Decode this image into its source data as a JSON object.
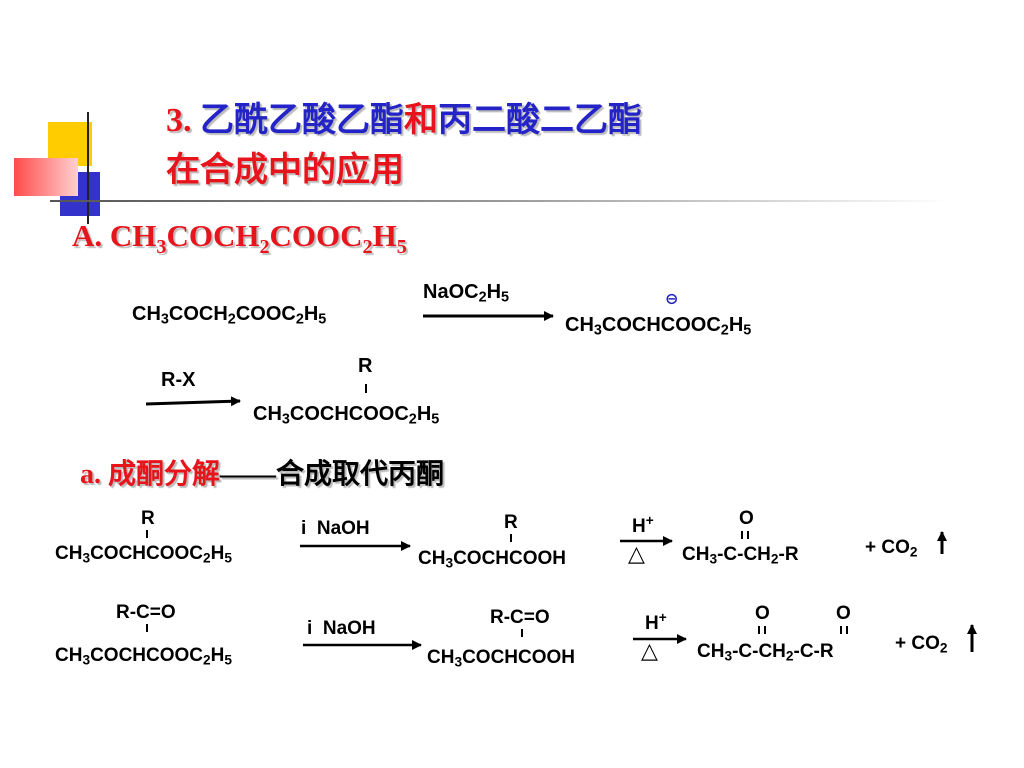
{
  "colors": {
    "title_red": "#e8141c",
    "title_blue": "#2323c8",
    "deco_yellow": "#ffcc00",
    "deco_blue": "#3333cc",
    "deco_red": "#ff5a5a"
  },
  "title": {
    "num": "3.",
    "p1": "乙酰乙酸乙酯",
    "p2": "和",
    "p3": "丙二酸二乙酯",
    "line2": "在合成中的应用"
  },
  "sectionA": {
    "label": "A.",
    "f1": "CH",
    "s1": "3",
    "f2": "COCH",
    "s2": "2",
    "f3": "COOC",
    "s3": "2",
    "f4": "H",
    "s4": "5"
  },
  "reaction1": {
    "reactant": {
      "t1": "CH",
      "s1": "3",
      "t2": "COCH",
      "s2": "2",
      "t3": "COOC",
      "s3": "2",
      "t4": "H",
      "s4": "5"
    },
    "reagent": {
      "t1": "NaOC",
      "s1": "2",
      "t2": "H",
      "s2": "5"
    },
    "product": {
      "t1": "CH",
      "s1": "3",
      "t2": "COCHCOOC",
      "s2": "2",
      "t3": "H",
      "s3": "5"
    },
    "charge": "⊖"
  },
  "reaction2": {
    "reagent": "R-X",
    "substituent": "R",
    "product": {
      "t1": "CH",
      "s1": "3",
      "t2": "COCHCOOC",
      "s2": "2",
      "t3": "H",
      "s3": "5"
    }
  },
  "subsection_a": {
    "label": "a.",
    "name": "成酮分解",
    "dash": "——",
    "desc": "合成取代丙酮"
  },
  "row1": {
    "sub1": "R",
    "start": {
      "t1": "CH",
      "s1": "3",
      "t2": "COCHCOOC",
      "s2": "2",
      "t3": "H",
      "s3": "5"
    },
    "reagent1a": "i",
    "reagent1b": "NaOH",
    "sub2": "R",
    "mid": {
      "t1": "CH",
      "s1": "3",
      "t2": "COCHCOOH"
    },
    "reagent2": {
      "t": "H",
      "sup": "+"
    },
    "heat": "△",
    "o": "O",
    "prod": {
      "t1": "CH",
      "s1": "3",
      "t2": "-C-CH",
      "s2": "2",
      "t3": "-R"
    },
    "co2": {
      "t": "+ CO",
      "s": "2"
    }
  },
  "row2": {
    "sub1": "R-C=O",
    "start": {
      "t1": "CH",
      "s1": "3",
      "t2": "COCHCOOC",
      "s2": "2",
      "t3": "H",
      "s3": "5"
    },
    "reagent1a": "i",
    "reagent1b": "NaOH",
    "sub2": "R-C=O",
    "mid": {
      "t1": "CH",
      "s1": "3",
      "t2": "COCHCOOH"
    },
    "reagent2": {
      "t": "H",
      "sup": "+"
    },
    "heat": "△",
    "o1": "O",
    "o2": "O",
    "prod": {
      "t1": "CH",
      "s1": "3",
      "t2": "-C-CH",
      "s2": "2",
      "t3": "-C-R"
    },
    "co2": {
      "t": "+ CO",
      "s": "2"
    }
  }
}
